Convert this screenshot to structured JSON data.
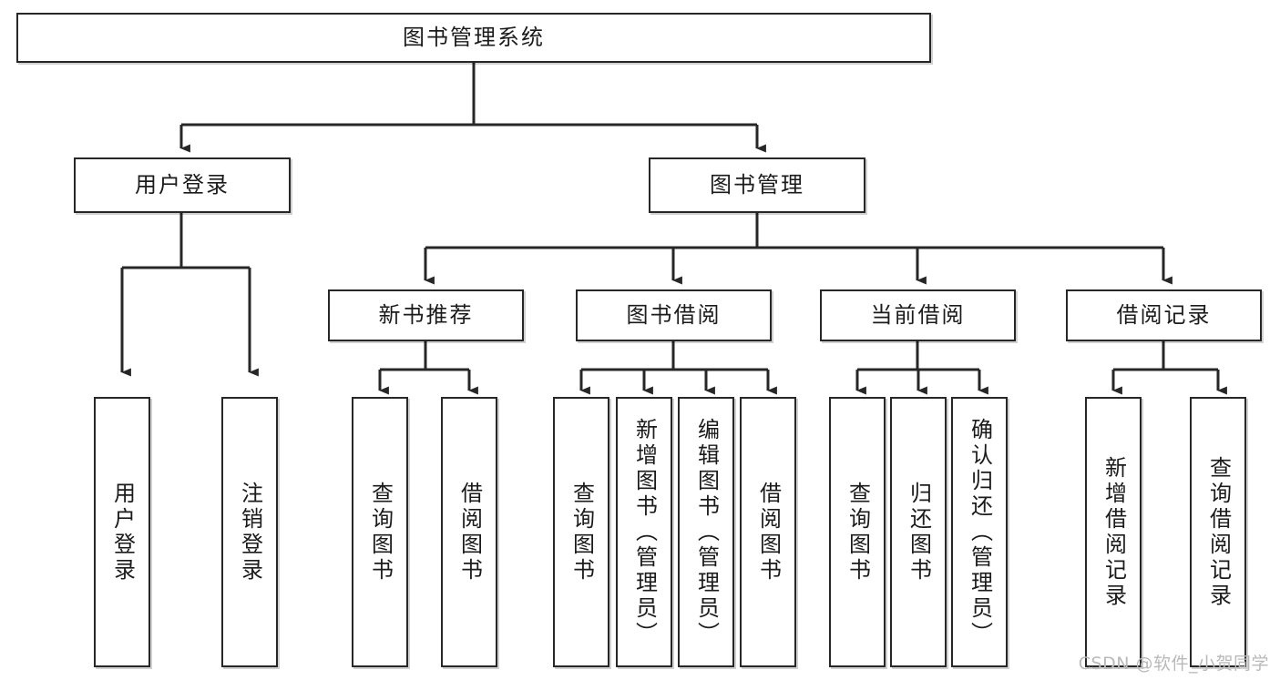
{
  "diagram": {
    "type": "tree-hierarchy",
    "title": "图书管理系统",
    "watermark": "CSDN @软件_小贺同学",
    "colors": {
      "box_border": "#272727",
      "box_fill": "#ffffff",
      "edge": "#272727",
      "text": "#1b1b1b",
      "watermark": "#b9b9b9"
    },
    "nodes": {
      "root": {
        "label": "图书管理系统",
        "level": 0,
        "orientation": "horizontal"
      },
      "user_login": {
        "label": "用户登录",
        "level": 1,
        "orientation": "horizontal"
      },
      "book_manage": {
        "label": "图书管理",
        "level": 1,
        "orientation": "horizontal"
      },
      "new_book_rec": {
        "label": "新书推荐",
        "level": 2,
        "orientation": "horizontal"
      },
      "book_borrow": {
        "label": "图书借阅",
        "level": 2,
        "orientation": "horizontal"
      },
      "current_borrow": {
        "label": "当前借阅",
        "level": 2,
        "orientation": "horizontal"
      },
      "borrow_record": {
        "label": "借阅记录",
        "level": 2,
        "orientation": "horizontal"
      },
      "leaf_user_login": {
        "label": "用户登录",
        "level": 2,
        "orientation": "vertical"
      },
      "leaf_logout": {
        "label": "注销登录",
        "level": 2,
        "orientation": "vertical"
      },
      "leaf_query_book_1": {
        "label": "查询图书",
        "level": 3,
        "orientation": "vertical"
      },
      "leaf_borrow_book_1": {
        "label": "借阅图书",
        "level": 3,
        "orientation": "vertical"
      },
      "leaf_query_book_2": {
        "label": "查询图书",
        "level": 3,
        "orientation": "vertical"
      },
      "leaf_add_book": {
        "label": "新增图书（管理员）",
        "level": 3,
        "orientation": "vertical"
      },
      "leaf_edit_book": {
        "label": "编辑图书（管理员）",
        "level": 3,
        "orientation": "vertical"
      },
      "leaf_borrow_book_2": {
        "label": "借阅图书",
        "level": 3,
        "orientation": "vertical"
      },
      "leaf_query_book_3": {
        "label": "查询图书",
        "level": 3,
        "orientation": "vertical"
      },
      "leaf_return_book": {
        "label": "归还图书",
        "level": 3,
        "orientation": "vertical"
      },
      "leaf_confirm_return": {
        "label": "确认归还（管理员）",
        "level": 3,
        "orientation": "vertical"
      },
      "leaf_add_record": {
        "label": "新增借阅记录",
        "level": 3,
        "orientation": "vertical"
      },
      "leaf_query_record": {
        "label": "查询借阅记录",
        "level": 3,
        "orientation": "vertical"
      }
    },
    "edges": [
      {
        "from": "root",
        "to": "user_login"
      },
      {
        "from": "root",
        "to": "book_manage"
      },
      {
        "from": "user_login",
        "to": "leaf_user_login"
      },
      {
        "from": "user_login",
        "to": "leaf_logout"
      },
      {
        "from": "book_manage",
        "to": "new_book_rec"
      },
      {
        "from": "book_manage",
        "to": "book_borrow"
      },
      {
        "from": "book_manage",
        "to": "current_borrow"
      },
      {
        "from": "book_manage",
        "to": "borrow_record"
      },
      {
        "from": "new_book_rec",
        "to": "leaf_query_book_1"
      },
      {
        "from": "new_book_rec",
        "to": "leaf_borrow_book_1"
      },
      {
        "from": "book_borrow",
        "to": "leaf_query_book_2"
      },
      {
        "from": "book_borrow",
        "to": "leaf_add_book"
      },
      {
        "from": "book_borrow",
        "to": "leaf_edit_book"
      },
      {
        "from": "book_borrow",
        "to": "leaf_borrow_book_2"
      },
      {
        "from": "current_borrow",
        "to": "leaf_query_book_3"
      },
      {
        "from": "current_borrow",
        "to": "leaf_return_book"
      },
      {
        "from": "current_borrow",
        "to": "leaf_confirm_return"
      },
      {
        "from": "borrow_record",
        "to": "leaf_add_record"
      },
      {
        "from": "borrow_record",
        "to": "leaf_query_record"
      }
    ]
  }
}
